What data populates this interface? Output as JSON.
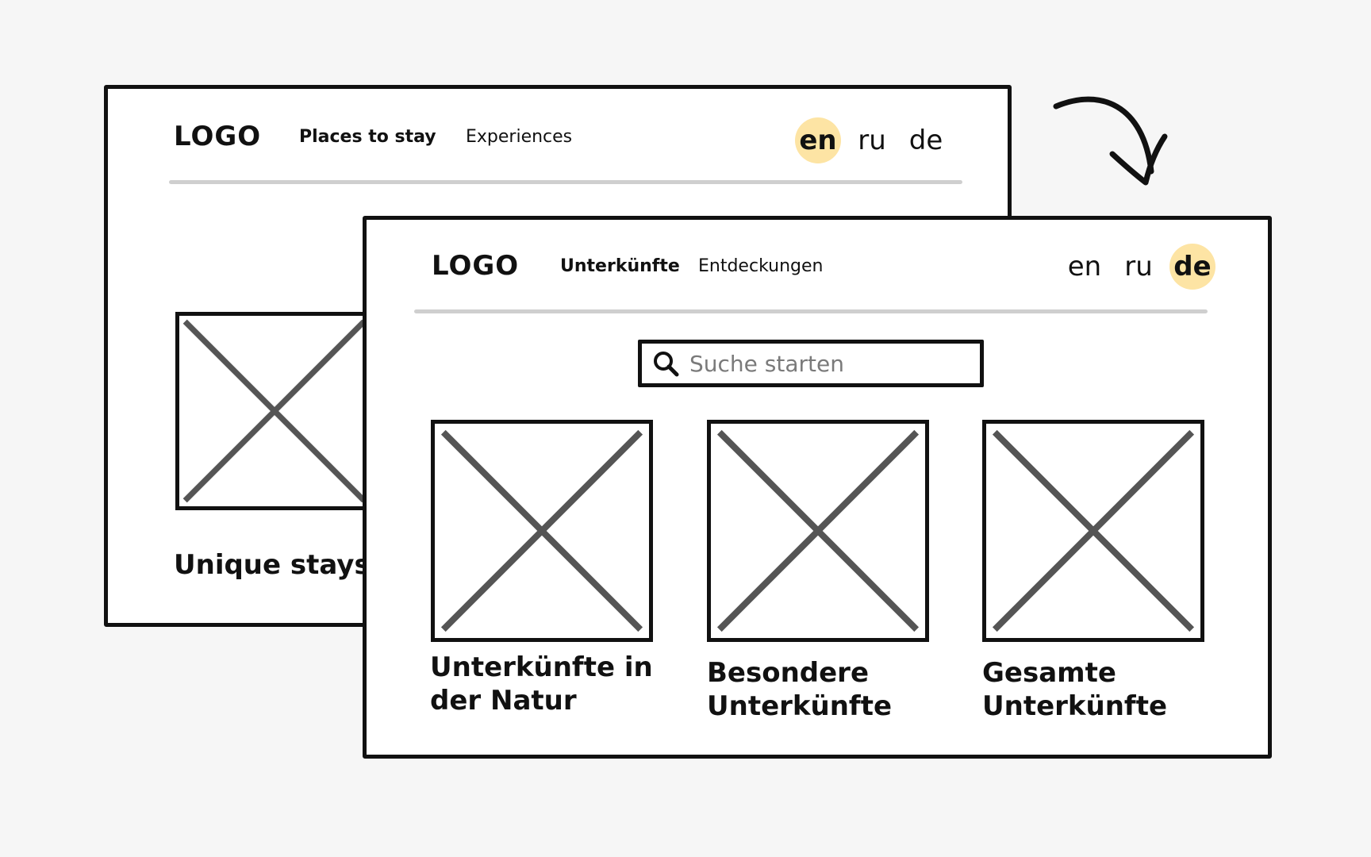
{
  "back_screen": {
    "logo": "LOGO",
    "nav": [
      "Places to stay",
      "Experiences"
    ],
    "languages": [
      "en",
      "ru",
      "de"
    ],
    "selected_language": "en",
    "card_label": "Unique stays"
  },
  "front_screen": {
    "logo": "LOGO",
    "nav": [
      "Unterkünfte",
      "Entdeckungen"
    ],
    "languages": [
      "en",
      "ru",
      "de"
    ],
    "selected_language": "de",
    "search": {
      "placeholder": "Suche starten",
      "icon": "search-icon"
    },
    "cards": [
      {
        "label": "Unterkünfte in\nder Natur"
      },
      {
        "label": "Besondere\nUnterkünfte"
      },
      {
        "label": "Gesamte\nUnterkünfte"
      }
    ]
  },
  "colors": {
    "background": "#f6f6f6",
    "stroke": "#111111",
    "language_highlight": "#fde4a4",
    "divider": "#cfcfcf",
    "placeholder_cross": "#555555"
  }
}
